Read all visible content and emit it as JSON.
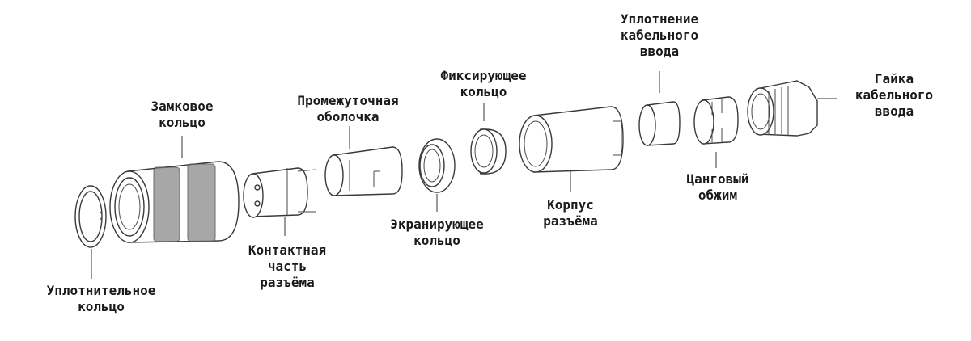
{
  "labels": {
    "seal_ring": [
      "Уплотнительное",
      "кольцо"
    ],
    "lock_ring": [
      "Замковое",
      "кольцо"
    ],
    "contact_part": [
      "Контактная",
      "часть",
      "разъёма"
    ],
    "intermediate_shell": [
      "Промежуточная",
      "оболочка"
    ],
    "shield_ring": [
      "Экранирующее",
      "кольцо"
    ],
    "fixing_ring": [
      "Фиксирующее",
      "кольцо"
    ],
    "connector_body": [
      "Корпус",
      "разъёма"
    ],
    "cable_entry_seal": [
      "Уплотнение",
      "кабельного",
      "ввода"
    ],
    "collet_clamp": [
      "Цанговый",
      "обжим"
    ],
    "cable_entry_nut": [
      "Гайка",
      "кабельного",
      "ввода"
    ]
  }
}
